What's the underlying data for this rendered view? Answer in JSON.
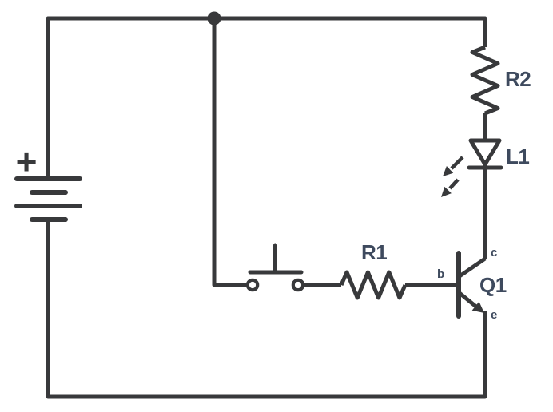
{
  "diagram": {
    "kind": "circuit-schematic",
    "description": "Push-button NPN transistor switch driving an LED through resistors, powered by a multi-cell battery",
    "background_color": "#ffffff",
    "wire_color": "#38393b",
    "label_color": "#3e4a5e",
    "components": [
      {
        "type": "battery",
        "icon": "battery-multicell-icon",
        "polarity_shown": "+",
        "position": "left"
      },
      {
        "type": "resistor",
        "label": "R2",
        "orientation": "vertical",
        "position": "top-right"
      },
      {
        "type": "led",
        "label": "L1",
        "icon": "led-diode-with-light-arrows-icon",
        "orientation": "cathode-down",
        "position": "right"
      },
      {
        "type": "npn-transistor",
        "label": "Q1",
        "pins": [
          "b",
          "c",
          "e"
        ],
        "position": "lower-right"
      },
      {
        "type": "resistor",
        "label": "R1",
        "orientation": "horizontal",
        "position": "center"
      },
      {
        "type": "push-button-switch",
        "icon": "normally-open-push-button-icon",
        "state": "open",
        "position": "center-left"
      },
      {
        "type": "junction-dot",
        "position": "top-center"
      }
    ]
  },
  "labels": {
    "battery_polarity": "+",
    "r2": "R2",
    "l1": "L1",
    "q1": "Q1",
    "r1": "R1",
    "pin_base": "b",
    "pin_collector": "c",
    "pin_emitter": "e"
  }
}
